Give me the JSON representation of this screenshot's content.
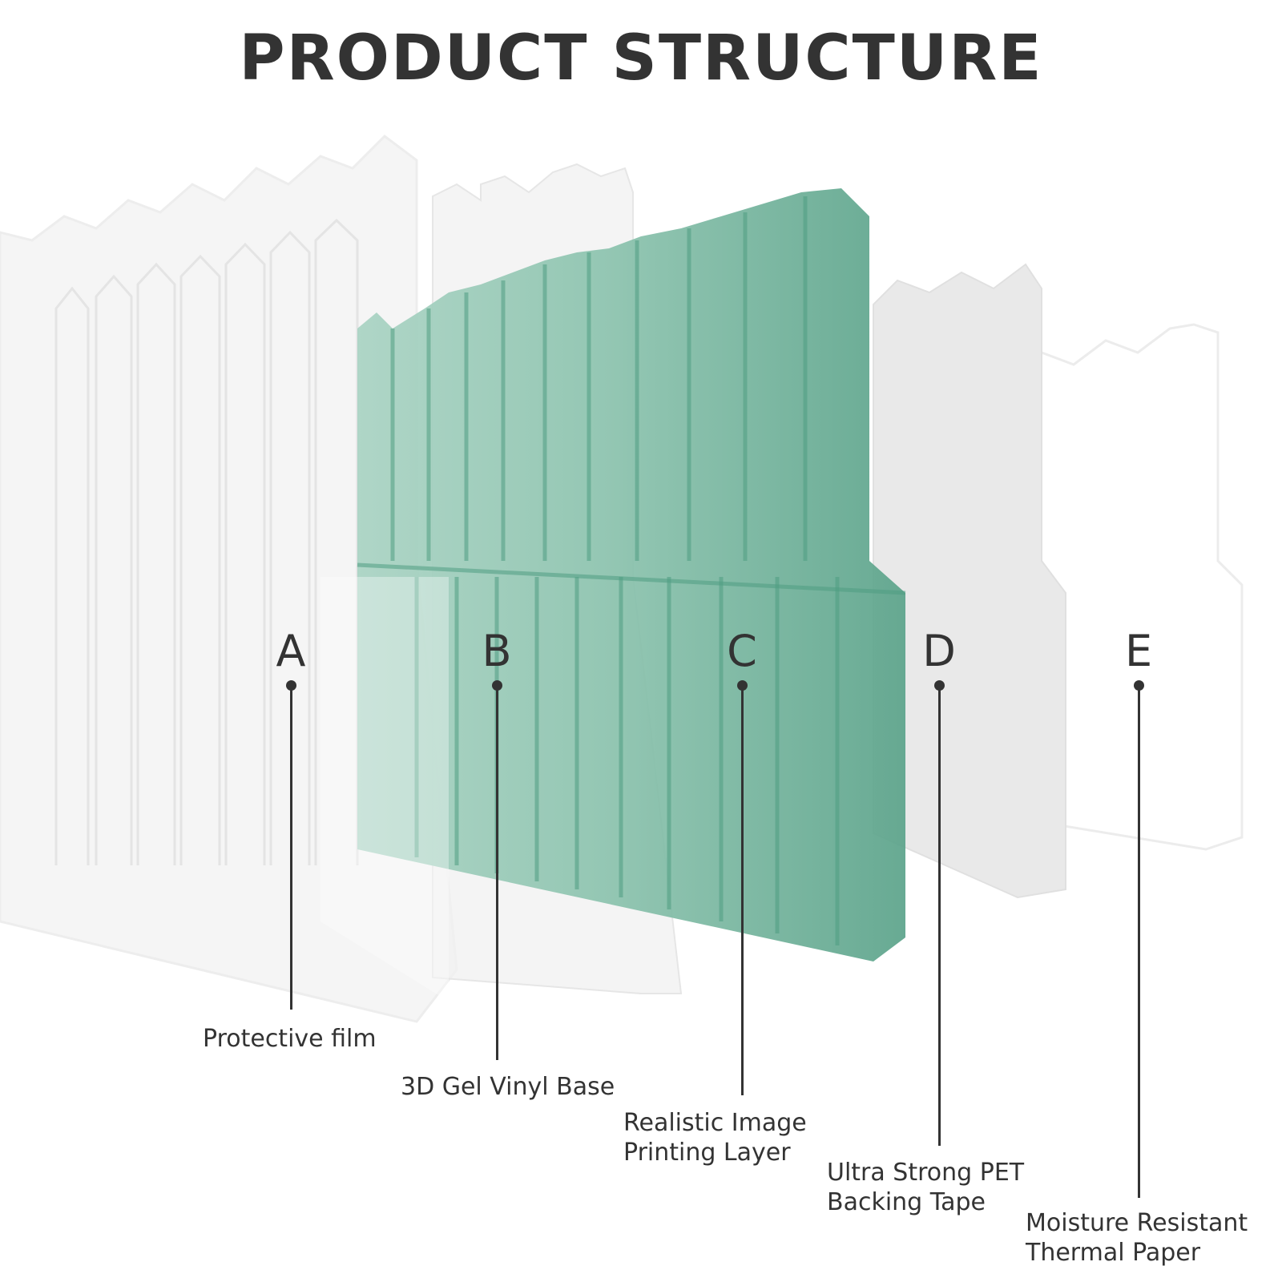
{
  "title": "PRODUCT STRUCTURE",
  "colors": {
    "text": "#333333",
    "tile_green": "#5fa88e",
    "tile_green_light": "#a6d2c1",
    "film": "#f2f2f2",
    "backing": "#e6e6e6"
  },
  "layers": [
    {
      "letter": "A",
      "caption_lines": [
        "Protective film"
      ],
      "icon": "film-layer"
    },
    {
      "letter": "B",
      "caption_lines": [
        "3D Gel Vinyl Base"
      ],
      "icon": "gel-layer"
    },
    {
      "letter": "C",
      "caption_lines": [
        "Realistic Image",
        "Printing Layer"
      ],
      "icon": "print-layer"
    },
    {
      "letter": "D",
      "caption_lines": [
        "Ultra Strong PET",
        "Backing Tape"
      ],
      "icon": "tape-layer"
    },
    {
      "letter": "E",
      "caption_lines": [
        "Moisture Resistant",
        "Thermal Paper"
      ],
      "icon": "paper-layer"
    }
  ]
}
